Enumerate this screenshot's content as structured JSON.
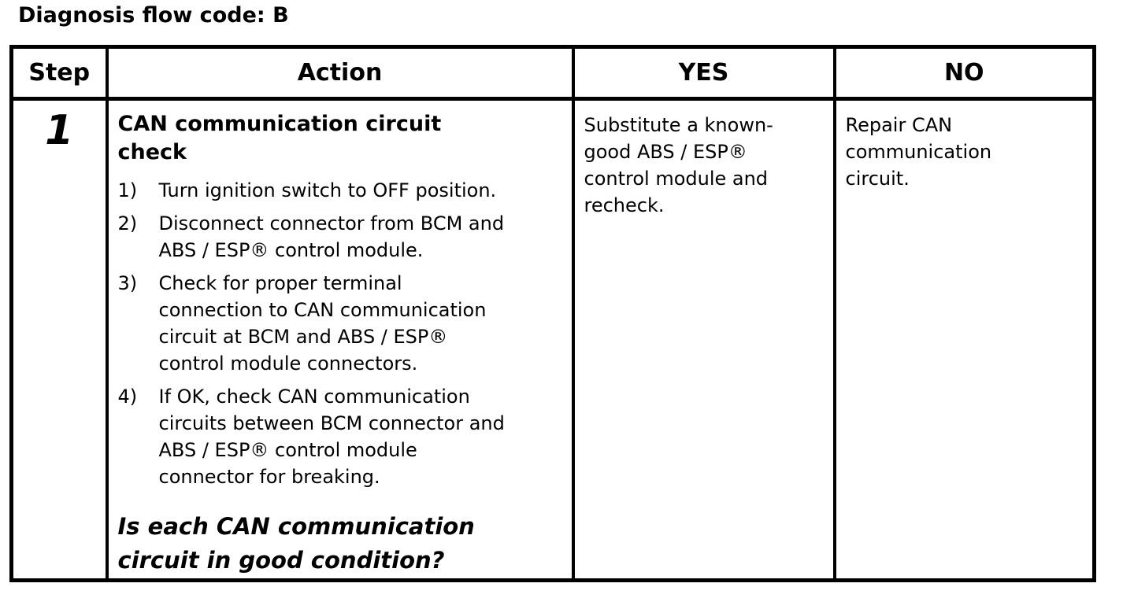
{
  "page": {
    "title": "Diagnosis flow code: B"
  },
  "colors": {
    "text": "#000000",
    "background": "#ffffff",
    "border": "#000000"
  },
  "table": {
    "headers": {
      "step": "Step",
      "action": "Action",
      "yes": "YES",
      "no": "NO"
    },
    "rows": [
      {
        "step": "1",
        "action": {
          "heading": "CAN communication circuit\ncheck",
          "items": [
            {
              "marker": "1)",
              "text": "Turn ignition switch to OFF position."
            },
            {
              "marker": "2)",
              "text": "Disconnect connector from BCM and\nABS / ESP® control module."
            },
            {
              "marker": "3)",
              "text": "Check for proper terminal\nconnection to CAN communication\ncircuit at BCM and ABS / ESP®\ncontrol module connectors."
            },
            {
              "marker": "4)",
              "text": "If OK, check CAN communication\ncircuits between BCM connector and\nABS / ESP® control module\nconnector for breaking."
            }
          ],
          "question": "Is each CAN communication\ncircuit in good condition?"
        },
        "yes": "Substitute a known-\ngood ABS / ESP®\ncontrol module and\nrecheck.",
        "no": "Repair CAN\ncommunication\ncircuit."
      }
    ]
  }
}
